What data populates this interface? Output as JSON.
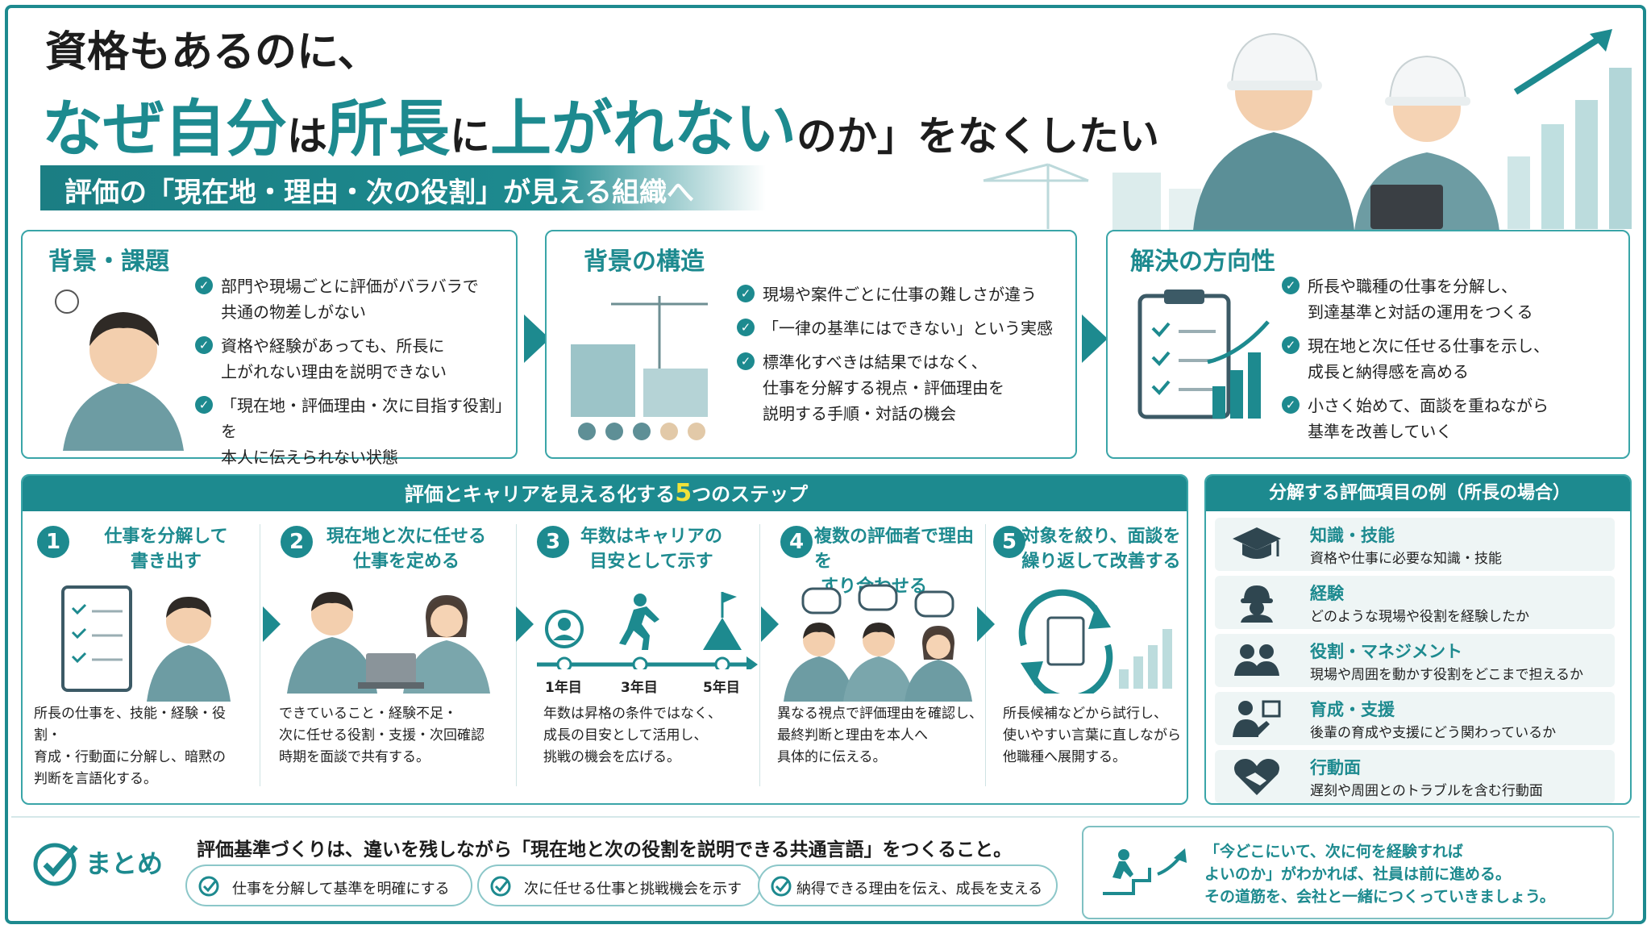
{
  "header": {
    "line1": "資格もあるのに、",
    "line2_parts": [
      "なぜ自分",
      "は",
      "所長",
      "に",
      "上がれない",
      "のか」",
      "をなくしたい"
    ],
    "ribbon": "評価の「現在地・理由・次の役割」が見える組織へ"
  },
  "panels": [
    {
      "title": "背景・課題",
      "bullets": [
        [
          "部門や現場ごとに評価がバラバラで",
          "共通の物差しがない"
        ],
        [
          "資格や経験があっても、所長に",
          "上がれない理由を説明できない"
        ],
        [
          "「現在地・評価理由・次に目指す役割」を",
          "本人に伝えられない状態"
        ]
      ]
    },
    {
      "title": "背景の構造",
      "bullets": [
        [
          "現場や案件ごとに仕事の難しさが違う"
        ],
        [
          "「一律の基準にはできない」という実感"
        ],
        [
          "標準化すべきは結果ではなく、",
          "仕事を分解する視点・評価理由を",
          "説明する手順・対話の機会"
        ]
      ]
    },
    {
      "title": "解決の方向性",
      "bullets": [
        [
          "所長や職種の仕事を分解し、",
          "到達基準と対話の運用をつくる"
        ],
        [
          "現在地と次に任せる仕事を示し、",
          "成長と納得感を高める"
        ],
        [
          "小さく始めて、面談を重ねながら",
          "基準を改善していく"
        ]
      ]
    }
  ],
  "steps_header": {
    "before": "評価とキャリアを見える化する",
    "num": "5",
    "after": "つのステップ"
  },
  "steps": [
    {
      "num": "1",
      "title": [
        "仕事を分解して",
        "書き出す"
      ],
      "desc": [
        "所長の仕事を、技能・経験・役割・",
        "育成・行動面に分解し、暗黙の",
        "判断を言語化する。"
      ]
    },
    {
      "num": "2",
      "title": [
        "現在地と次に任せる",
        "仕事を定める"
      ],
      "desc": [
        "できていること・経験不足・",
        "次に任せる役割・支援・次回確認",
        "時期を面談で共有する。"
      ]
    },
    {
      "num": "3",
      "title": [
        "年数はキャリアの",
        "目安として示す"
      ],
      "desc": [
        "年数は昇格の条件ではなく、",
        "成長の目安として活用し、",
        "挑戦の機会を広げる。"
      ]
    },
    {
      "num": "4",
      "title": [
        "複数の評価者で理由を",
        "すり合わせる"
      ],
      "desc": [
        "異なる視点で評価理由を確認し、",
        "最終判断と理由を本人へ",
        "具体的に伝える。"
      ]
    },
    {
      "num": "5",
      "title": [
        "対象を絞り、面談を",
        "繰り返して改善する"
      ],
      "desc": [
        "所長候補などから試行し、",
        "使いやすい言葉に直しながら",
        "他職種へ展開する。"
      ]
    }
  ],
  "timeline": [
    "1年目",
    "3年目",
    "5年目"
  ],
  "right_box": {
    "header": "分解する評価項目の例（所長の場合）",
    "items": [
      {
        "title": "知識・技能",
        "desc": "資格や仕事に必要な知識・技能",
        "icon": "graduation-cap-icon"
      },
      {
        "title": "経験",
        "desc": "どのような現場や役割を経験したか",
        "icon": "hardhat-worker-icon"
      },
      {
        "title": "役割・マネジメント",
        "desc": "現場や周囲を動かす役割をどこまで担えるか",
        "icon": "people-icon"
      },
      {
        "title": "育成・支援",
        "desc": "後輩の育成や支援にどう関わっているか",
        "icon": "mentor-icon"
      },
      {
        "title": "行動面",
        "desc": "遅刻や周囲とのトラブルを含む行動面",
        "icon": "heart-handshake-icon"
      }
    ]
  },
  "summary": {
    "label": "まとめ",
    "text": "評価基準づくりは、違いを残しながら「現在地と次の役割を説明できる共通言語」をつくること。",
    "pills": [
      "仕事を分解して基準を明確にする",
      "次に任せる仕事と挑戦機会を示す",
      "納得できる理由を伝え、成長を支える"
    ],
    "quote": [
      "「今どこにいて、次に何を経験すれば",
      "よいのか」がわかれば、社員は前に進める。",
      "その道筋を、会社と一緒につくっていきましょう。"
    ]
  },
  "colors": {
    "accent": "#1d8a8f",
    "highlight": "#f1e23a",
    "bg": "#ffffff"
  }
}
